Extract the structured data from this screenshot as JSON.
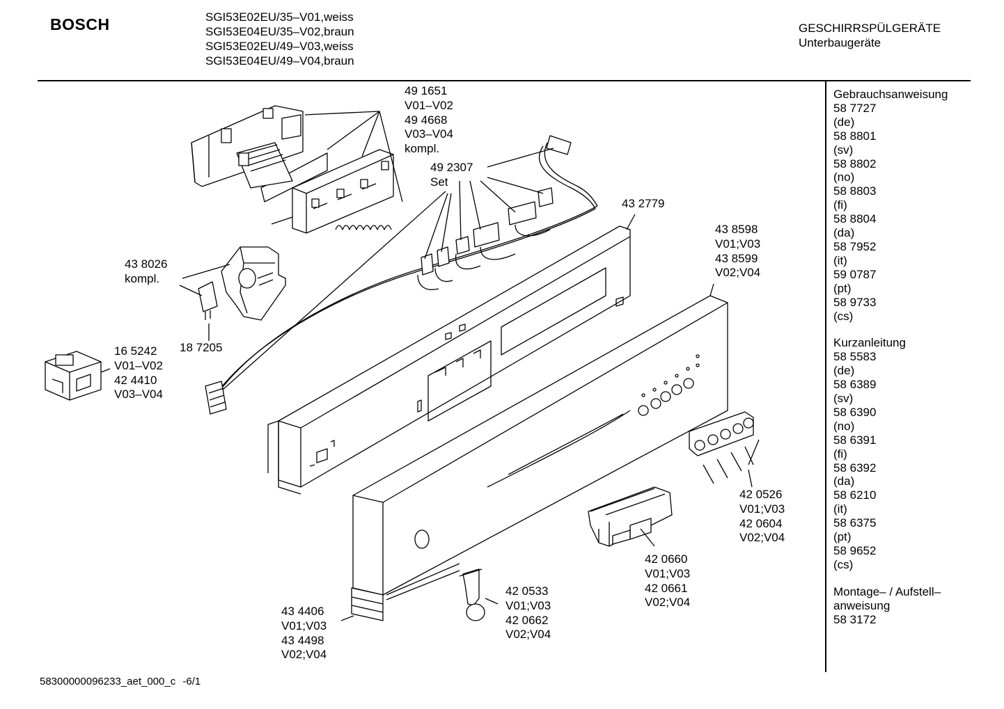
{
  "header": {
    "brand": "BOSCH",
    "models": [
      "SGI53E02EU/35–V01,weiss",
      "SGI53E04EU/35–V02,braun",
      "SGI53E02EU/49–V03,weiss",
      "SGI53E04EU/49–V04,braun"
    ],
    "category": [
      "GESCHIRRSPÜLGERÄTE",
      "Unterbaugeräte"
    ]
  },
  "sidebar": {
    "groups": [
      {
        "lines": [
          "Gebrauchsanweisung",
          "58 7727",
          "(de)",
          "58 8801",
          "(sv)",
          "58 8802",
          "(no)",
          "58 8803",
          "(fi)",
          "58 8804",
          "(da)",
          "58 7952",
          "(it)",
          "59 0787",
          "(pt)",
          "58 9733",
          "(cs)"
        ]
      },
      {
        "lines": [
          "Kurzanleitung",
          "58 5583",
          "(de)",
          "58 6389",
          "(sv)",
          "58 6390",
          "(no)",
          "58 6391",
          "(fi)",
          "58 6392",
          "(da)",
          "58 6210",
          "(it)",
          "58 6375",
          "(pt)",
          "58 9652",
          "(cs)"
        ]
      },
      {
        "lines": [
          "Montage– / Aufstell–",
          "anweisung",
          "58 3172"
        ]
      }
    ]
  },
  "parts": [
    {
      "id": "p491651",
      "lines": [
        "49 1651",
        "V01–V02",
        "49 4668",
        "V03–V04",
        "kompl."
      ]
    },
    {
      "id": "p492307",
      "lines": [
        "49 2307",
        "Set"
      ]
    },
    {
      "id": "p432779",
      "lines": [
        "43 2779"
      ]
    },
    {
      "id": "p438598",
      "lines": [
        "43 8598",
        "V01;V03",
        "43 8599",
        "V02;V04"
      ]
    },
    {
      "id": "p438026",
      "lines": [
        "43 8026",
        "kompl."
      ]
    },
    {
      "id": "p187205",
      "lines": [
        "18 7205"
      ]
    },
    {
      "id": "p165242",
      "lines": [
        "16 5242",
        "V01–V02",
        "42 4410",
        "V03–V04"
      ]
    },
    {
      "id": "p420526",
      "lines": [
        "42 0526",
        "V01;V03",
        "42 0604",
        "V02;V04"
      ]
    },
    {
      "id": "p420660",
      "lines": [
        "42 0660",
        "V01;V03",
        "42 0661",
        "V02;V04"
      ]
    },
    {
      "id": "p420533",
      "lines": [
        "42 0533",
        "V01;V03",
        "42 0662",
        "V02;V04"
      ]
    },
    {
      "id": "p434406",
      "lines": [
        "43 4406",
        "V01;V03",
        "43 4498",
        "V02;V04"
      ]
    }
  ],
  "footer": {
    "code": "58300000096233_aet_000_c",
    "page": "-6/1"
  }
}
